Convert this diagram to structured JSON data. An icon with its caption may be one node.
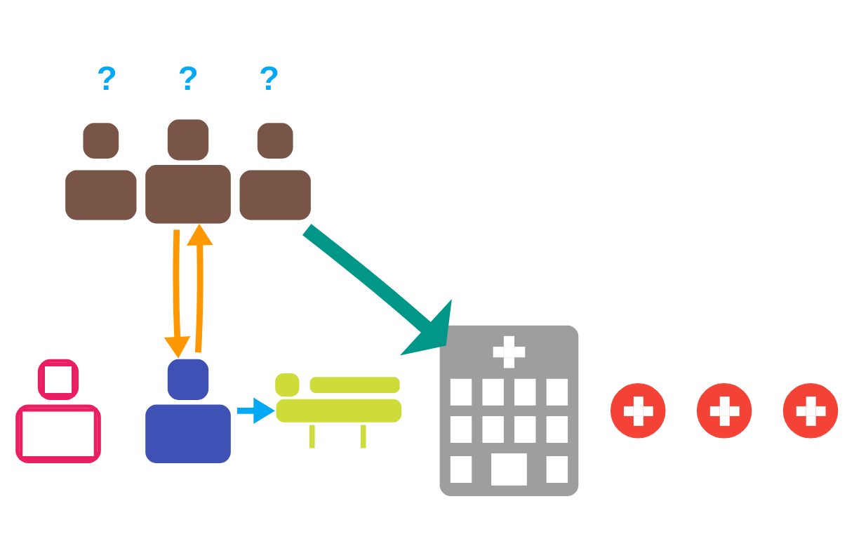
{
  "diagram": {
    "nodes": [
      {
        "text": [],
        "shape": "person",
        "beside": [
          "?",
          "?",
          "?"
        ]
      },
      {
        "text": [],
        "shape": "person"
      },
      {
        "text": [],
        "shape": "person"
      },
      {
        "text": [],
        "shape": "circle"
      },
      {
        "text": [],
        "shape": "circle"
      },
      {
        "text": [],
        "shape": "circle"
      },
      {
        "text": [],
        "shape": "picture"
      },
      {
        "text": [],
        "shape": "picture"
      }
    ],
    "edges": [
      {
        "from": 0,
        "to": 7,
        "arrow": "to",
        "style": "thick",
        "color": "#009688"
      },
      {
        "from": 2,
        "to": 0,
        "arrow": "to",
        "color": "#ff9800"
      },
      {
        "from": 0,
        "to": 2,
        "arrow": "to",
        "color": "#ff9800"
      },
      {
        "from": 2,
        "to": 6,
        "arrow": "to",
        "color": "#03a9f4"
      }
    ]
  }
}
